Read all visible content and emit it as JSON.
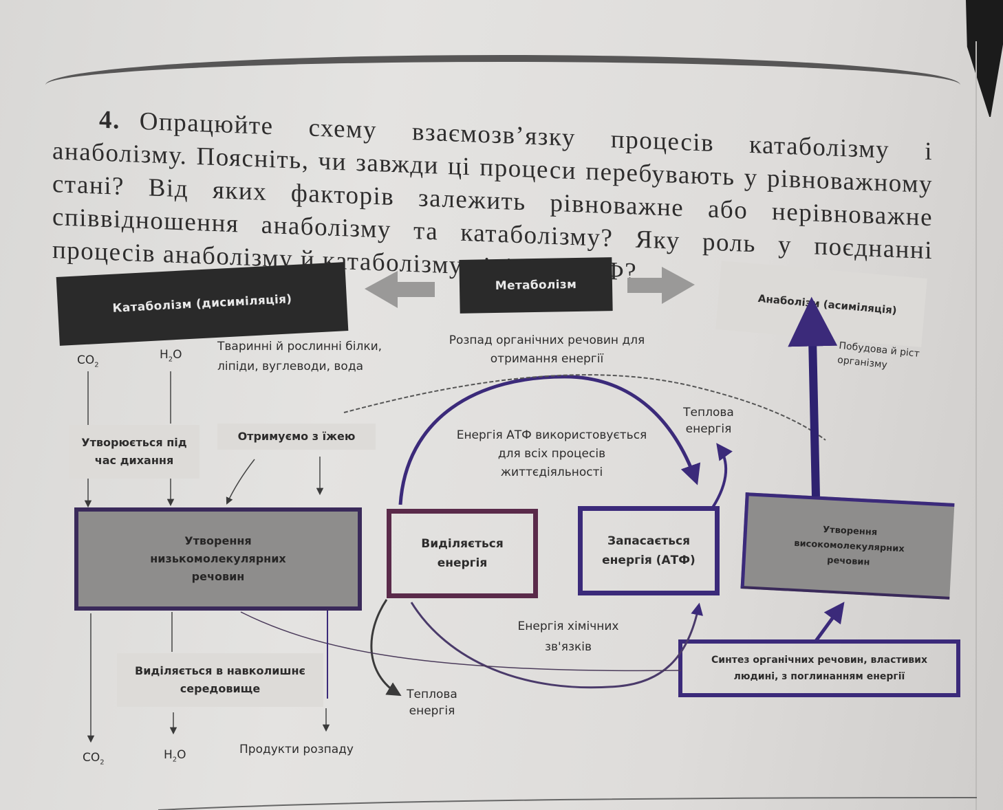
{
  "task": {
    "number": "4.",
    "text": "Опрацюйте схему взаємозв’язку процесів катаболізму і анаболізму. Поясніть, чи завжди ці процеси перебувають у рівноважному стані? Від яких факторів залежить рівноважне або нерівноважне співвідношення анаболізму та катаболізму? Яку роль у поєднанні процесів анаболізму й катаболізму відіграє АТФ?"
  },
  "diagram": {
    "metabolism": "Метаболізм",
    "catabolism": "Катаболізм (дисиміляція)",
    "anabolism": "Анаболізм (асиміляція)",
    "inputs": {
      "co2": "CO",
      "co2_sub": "2",
      "h2o_h": "H",
      "h2o_sub": "2",
      "h2o_o": "O",
      "food": "Тваринні й рослинні білки, ліпіди, вуглеводи, вода"
    },
    "decomposition_note": "Розпад органічних речовин для отримання енергії",
    "formed_during_breathing": "Утворюється під час дихання",
    "obtained_from_food": "Отримуємо з їжею",
    "low_molecular_box": "Утворення низькомолекулярних речовин",
    "energy_released_box": "Виділяється енергія",
    "energy_stored_box": "Запасається енергія (АТФ)",
    "high_molecular_box": "Утворення високомолекулярних речовин",
    "atp_usage_note": "Енергія АТФ використовується для всіх процесів життєдіяльності",
    "heat_energy_top": "Теплова енергія",
    "heat_energy_bottom": "Теплова енергія",
    "growth_note": "Побудова й ріст організму",
    "chemical_bonds_note": "Енергія хімічних зв'язків",
    "synthesis_box": "Синтез органічних речовин, властивих людині, з поглинанням енергії",
    "released_to_environment": "Виділяється в навколишнє середовище",
    "outputs": {
      "co2": "CO",
      "co2_sub": "2",
      "h2o_h": "H",
      "h2o_sub": "2",
      "h2o_o": "O",
      "decay_products": "Продукти розпаду"
    }
  },
  "colors": {
    "pen_purple": "#3b2a7a",
    "pen_maroon": "#5a2a4a",
    "dark_box": "#2a2a2a",
    "gray_box": "#8e8d8c",
    "arrow_gray": "#9a9998"
  }
}
